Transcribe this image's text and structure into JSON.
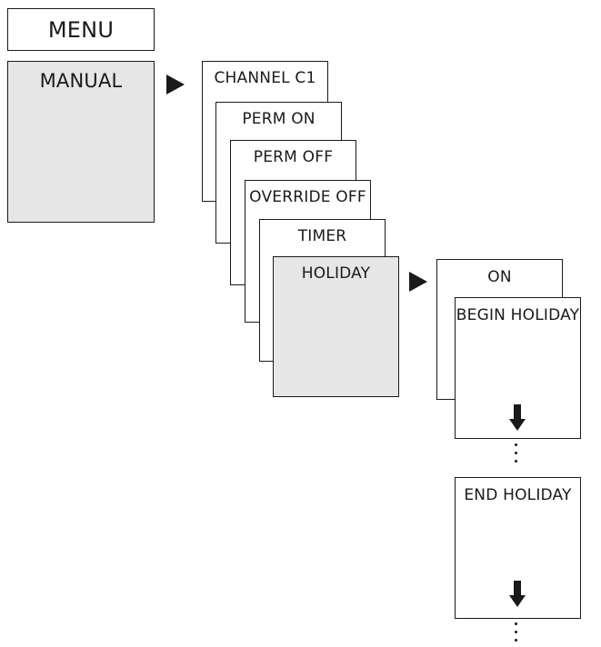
{
  "menu": {
    "title": "MENU"
  },
  "manual": {
    "label": "MANUAL"
  },
  "channel_menu": {
    "items": [
      "CHANNEL C1",
      "PERM ON",
      "PERM OFF",
      "OVERRIDE OFF",
      "TIMER",
      "HOLIDAY"
    ],
    "selected": "HOLIDAY"
  },
  "holiday_menu": {
    "on_label": "ON",
    "begin_label": "BEGIN HOLIDAY",
    "end_label": "END HOLIDAY"
  },
  "icons": {
    "arrow_right": "right-triangle-arrow",
    "arrow_down": "down-arrow",
    "continuation": "vertical-ellipsis"
  },
  "colors": {
    "selected_fill": "#e6e6e6",
    "line": "#1a1a1a",
    "background": "#ffffff"
  }
}
